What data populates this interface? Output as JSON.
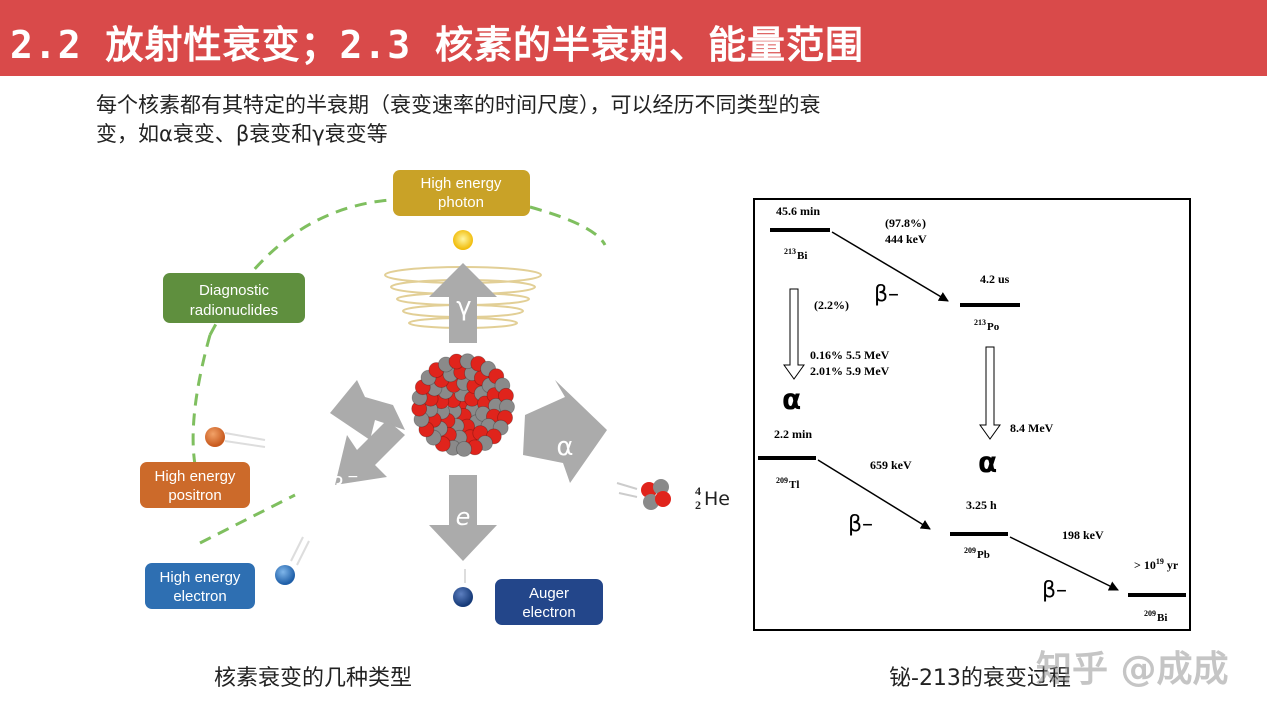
{
  "slide": {
    "title": "2.2 放射性衰变；2.3 核素的半衰期、能量范围",
    "intro_line1": "每个核素都有其特定的半衰期（衰变速率的时间尺度），可以经历不同类型的衰",
    "intro_line2": "变，如α衰变、β衰变和γ衰变等",
    "caption_left": "核素衰变的几种类型",
    "caption_right": "铋-213的衰变过程",
    "watermark": "知乎 @成成"
  },
  "decay_types": {
    "photon_label_1": "High energy",
    "photon_label_2": "photon",
    "diag_label_1": "Diagnostic",
    "diag_label_2": "radionuclides",
    "positron_label_1": "High energy",
    "positron_label_2": "positron",
    "electron_label_1": "High energy",
    "electron_label_2": "electron",
    "auger_label_1": "Auger",
    "auger_label_2": "electron",
    "gamma_symbol": "γ",
    "alpha_symbol": "α",
    "e_symbol": "e",
    "beta_plus_symbol": "β",
    "beta_plus_sup": "+",
    "beta_minus_symbol": "β",
    "beta_minus_sup": "−",
    "he_mass": "4",
    "he_atomic": "2",
    "he_symbol": "He",
    "colors": {
      "photon_box": "#c9a227",
      "diag_box": "#5f8f3e",
      "positron_box": "#cc6a2a",
      "electron_box": "#2e6fb2",
      "auger_box": "#23468a",
      "arrow_gray": "#ababab",
      "proton_red": "#e0241c",
      "neutron_gray": "#8a8a8a",
      "dashed_green": "#7fbf5f"
    }
  },
  "bi213_scheme": {
    "bi213_halflife": "45.6 min",
    "bi213_label_sup": "213",
    "bi213_label_el": "Bi",
    "branch_beta_pct": "(97.8%)",
    "branch_beta_energy": "444 keV",
    "beta_symbol": "β–",
    "po213_halflife": "4.2 us",
    "po213_label_sup": "213",
    "po213_label_el": "Po",
    "branch_alpha_pct": "(2.2%)",
    "alpha_line1": "0.16% 5.5 MeV",
    "alpha_line2": "2.01% 5.9 MeV",
    "alpha_symbol": "α",
    "po_alpha_energy": "8.4 MeV",
    "tl209_halflife": "2.2 min",
    "tl209_label_sup": "209",
    "tl209_label_el": "Tl",
    "tl_beta_energy": "659 keV",
    "pb209_halflife": "3.25 h",
    "pb209_label_sup": "209",
    "pb209_label_el": "Pb",
    "pb_beta_energy": "198 keV",
    "bi209_halflife_prefix": "> 10",
    "bi209_halflife_exp": "19",
    "bi209_halflife_unit": " yr",
    "bi209_label_sup": "209",
    "bi209_label_el": "Bi"
  }
}
